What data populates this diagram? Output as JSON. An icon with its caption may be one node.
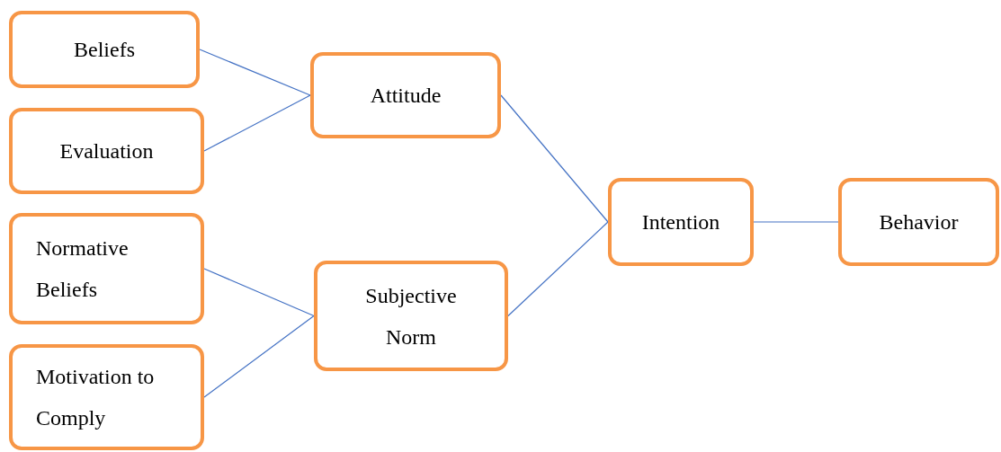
{
  "diagram": {
    "nodes": [
      {
        "text": [
          "Beliefs"
        ]
      },
      {
        "text": [
          "Evaluation"
        ]
      },
      {
        "text": [
          "Normative Beliefs"
        ]
      },
      {
        "text": [
          "Motivation to Comply"
        ]
      },
      {
        "text": [
          "Attitude"
        ]
      },
      {
        "text": [
          "Subjective Norm"
        ]
      },
      {
        "text": [
          "Intention"
        ]
      },
      {
        "text": [
          "Behavior"
        ]
      }
    ],
    "edges": [
      {
        "from": 0,
        "to": 4,
        "arrow": "none"
      },
      {
        "from": 1,
        "to": 4,
        "arrow": "none"
      },
      {
        "from": 2,
        "to": 5,
        "arrow": "none"
      },
      {
        "from": 3,
        "to": 5,
        "arrow": "none"
      },
      {
        "from": 4,
        "to": 6,
        "arrow": "none"
      },
      {
        "from": 5,
        "to": 6,
        "arrow": "none"
      },
      {
        "from": 6,
        "to": 7,
        "arrow": "none"
      }
    ]
  }
}
